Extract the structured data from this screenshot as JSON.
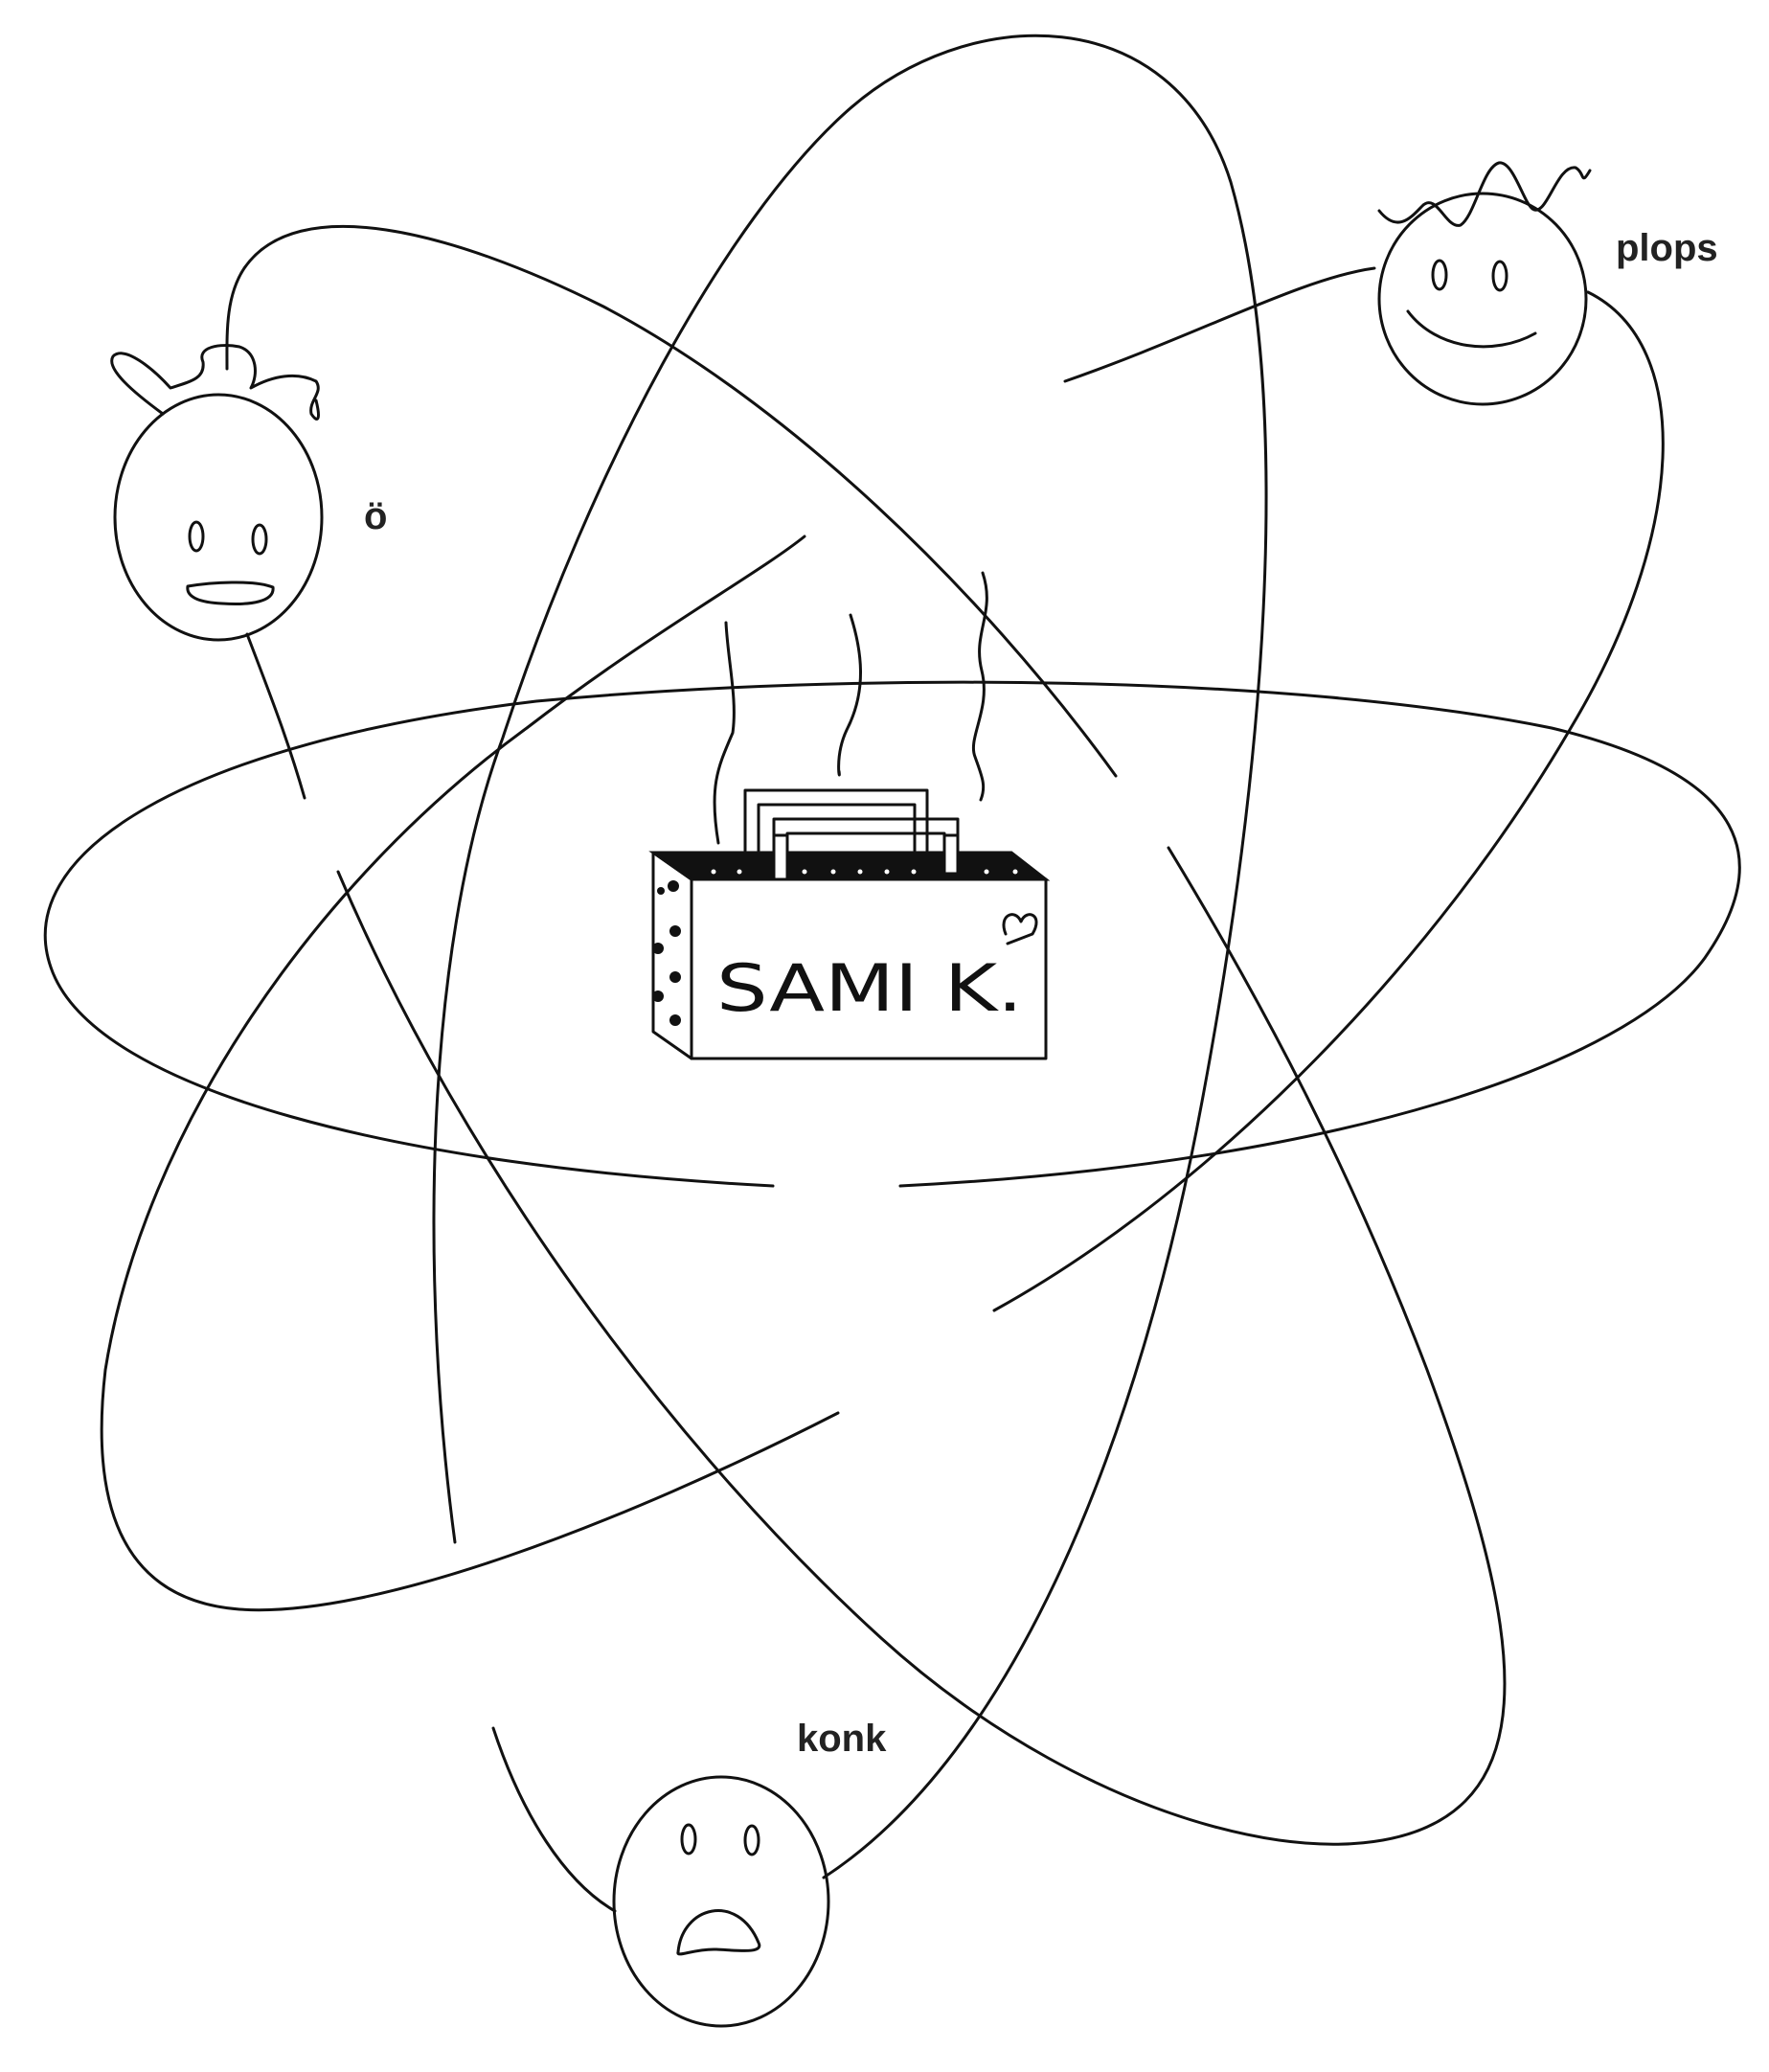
{
  "labels": {
    "left_face": "ö",
    "right_face": "plops",
    "bottom_face": "konk"
  },
  "nucleus": {
    "handwriting": "SAMI K."
  },
  "colors": {
    "line": "#111111",
    "text": "#222222",
    "background": "#ffffff"
  }
}
